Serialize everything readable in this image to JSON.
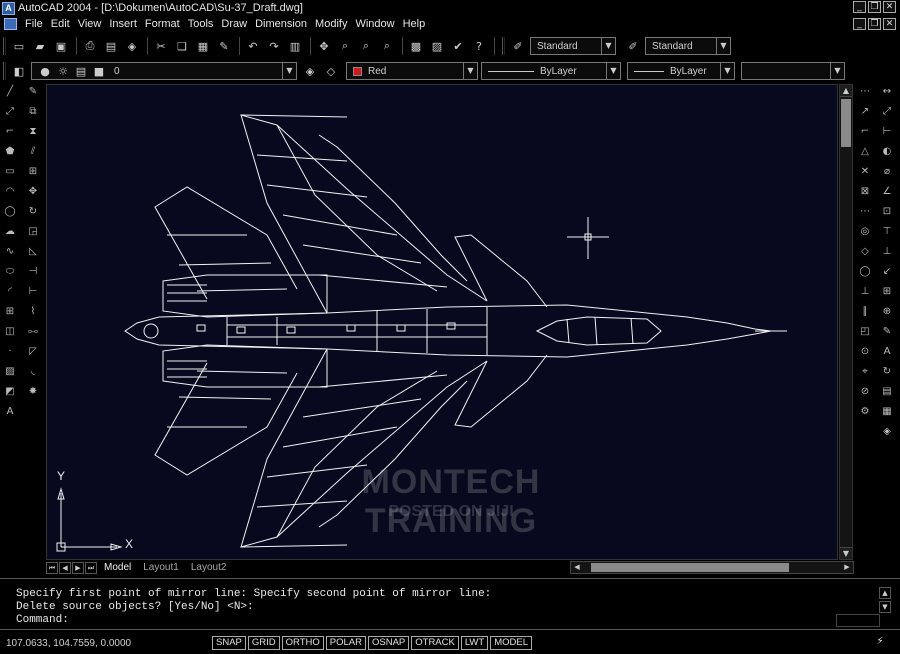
{
  "window": {
    "app_icon": "A",
    "title": "AutoCAD 2004 - [D:\\Dokumen\\AutoCAD\\Su-37_Draft.dwg]",
    "minimize": "_",
    "restore": "❐",
    "close": "✕"
  },
  "menu": {
    "items": [
      "File",
      "Edit",
      "View",
      "Insert",
      "Format",
      "Tools",
      "Draw",
      "Dimension",
      "Modify",
      "Window",
      "Help"
    ]
  },
  "toolbar_standard": {
    "text_style": "Standard",
    "dim_style": "Standard"
  },
  "layers_bar": {
    "layer": "0",
    "color": "Red",
    "color_hex": "#d81818",
    "linetype": "ByLayer",
    "lineweight": "ByLayer",
    "plot_style": ""
  },
  "drawing": {
    "ucs_x": "X",
    "ucs_y": "Y",
    "watermark": "MONTECH TRAINING",
    "watermark_sub": "POSTED ON JIJI",
    "line_color": "#f2f2f2",
    "background": "#070a1e"
  },
  "layout_tabs": [
    "Model",
    "Layout1",
    "Layout2"
  ],
  "command": {
    "line1": "Specify first point of mirror line: Specify second point of mirror line:",
    "line2": "Delete source objects? [Yes/No] <N>:",
    "prompt": "Command:",
    "value": ""
  },
  "status": {
    "coords": "107.0633, 104.7559, 0.0000",
    "toggles": [
      "SNAP",
      "GRID",
      "ORTHO",
      "POLAR",
      "OSNAP",
      "OTRACK",
      "LWT",
      "MODEL"
    ]
  }
}
